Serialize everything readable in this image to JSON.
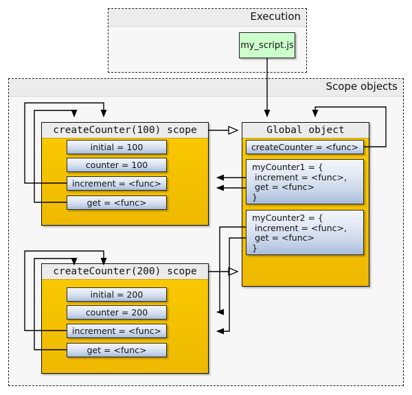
{
  "diagram": {
    "title_execution": "Execution",
    "title_scopes": "Scope objects",
    "colors": {
      "scope_fill": "#FAC800",
      "attribute_fill": "#C9D6EA",
      "script_fill": "#CCFFCC",
      "frame_fill": "#F7F7F7",
      "header_fill": "#EBEBEB",
      "line": "#000000"
    }
  },
  "execution": {
    "label": "Execution",
    "script": {
      "name": "my_script.js"
    }
  },
  "scopes_frame": {
    "label": "Scope objects"
  },
  "objects": [
    {
      "id": "scope100",
      "title": "createCounter(100) scope",
      "attributes": [
        {
          "text": "initial = 100"
        },
        {
          "text": "counter = 100"
        },
        {
          "text": "increment = <func>"
        },
        {
          "text": "get = <func>"
        }
      ]
    },
    {
      "id": "global",
      "title": "Global object",
      "attributes": [
        {
          "text": "createCounter = <func>"
        },
        {
          "text": "myCounter1 = {\n increment = <func>,\n get = <func>\n}"
        },
        {
          "text": "myCounter2 = {\n increment = <func>,\n get = <func>\n}"
        }
      ]
    },
    {
      "id": "scope200",
      "title": "createCounter(200) scope",
      "attributes": [
        {
          "text": "initial = 200"
        },
        {
          "text": "counter = 200"
        },
        {
          "text": "increment = <func>"
        },
        {
          "text": "get = <func>"
        }
      ]
    }
  ]
}
